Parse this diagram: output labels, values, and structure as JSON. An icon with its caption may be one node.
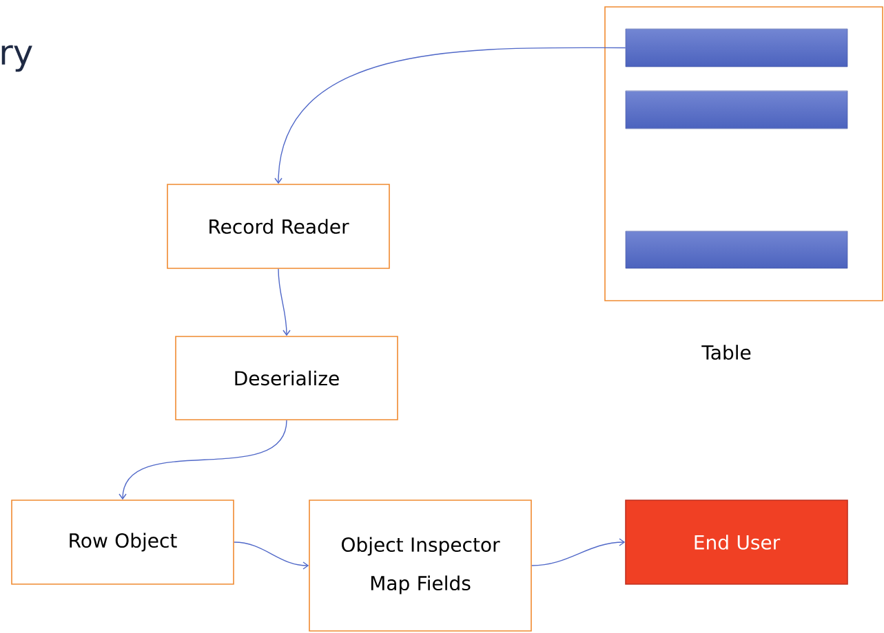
{
  "diagram": {
    "title": "ry",
    "nodes": [
      {
        "text": [
          "Table"
        ]
      },
      {
        "text": [],
        "shape": "bar",
        "in": 0
      },
      {
        "text": [],
        "shape": "bar",
        "in": 0
      },
      {
        "text": [],
        "shape": "bar",
        "in": 0
      },
      {
        "text": [
          "Record Reader"
        ]
      },
      {
        "text": [
          "Deserialize"
        ]
      },
      {
        "text": [
          "Row Object"
        ]
      },
      {
        "text": [
          "Object Inspector Map Fields"
        ]
      },
      {
        "text": [
          "End User"
        ]
      }
    ],
    "edges": [
      {
        "from": 1,
        "to": 4,
        "arrow": "to"
      },
      {
        "from": 4,
        "to": 5,
        "arrow": "to"
      },
      {
        "from": 5,
        "to": 6,
        "arrow": "to"
      },
      {
        "from": 6,
        "to": 7,
        "arrow": "to"
      },
      {
        "from": 7,
        "to": 8,
        "arrow": "to"
      }
    ]
  }
}
